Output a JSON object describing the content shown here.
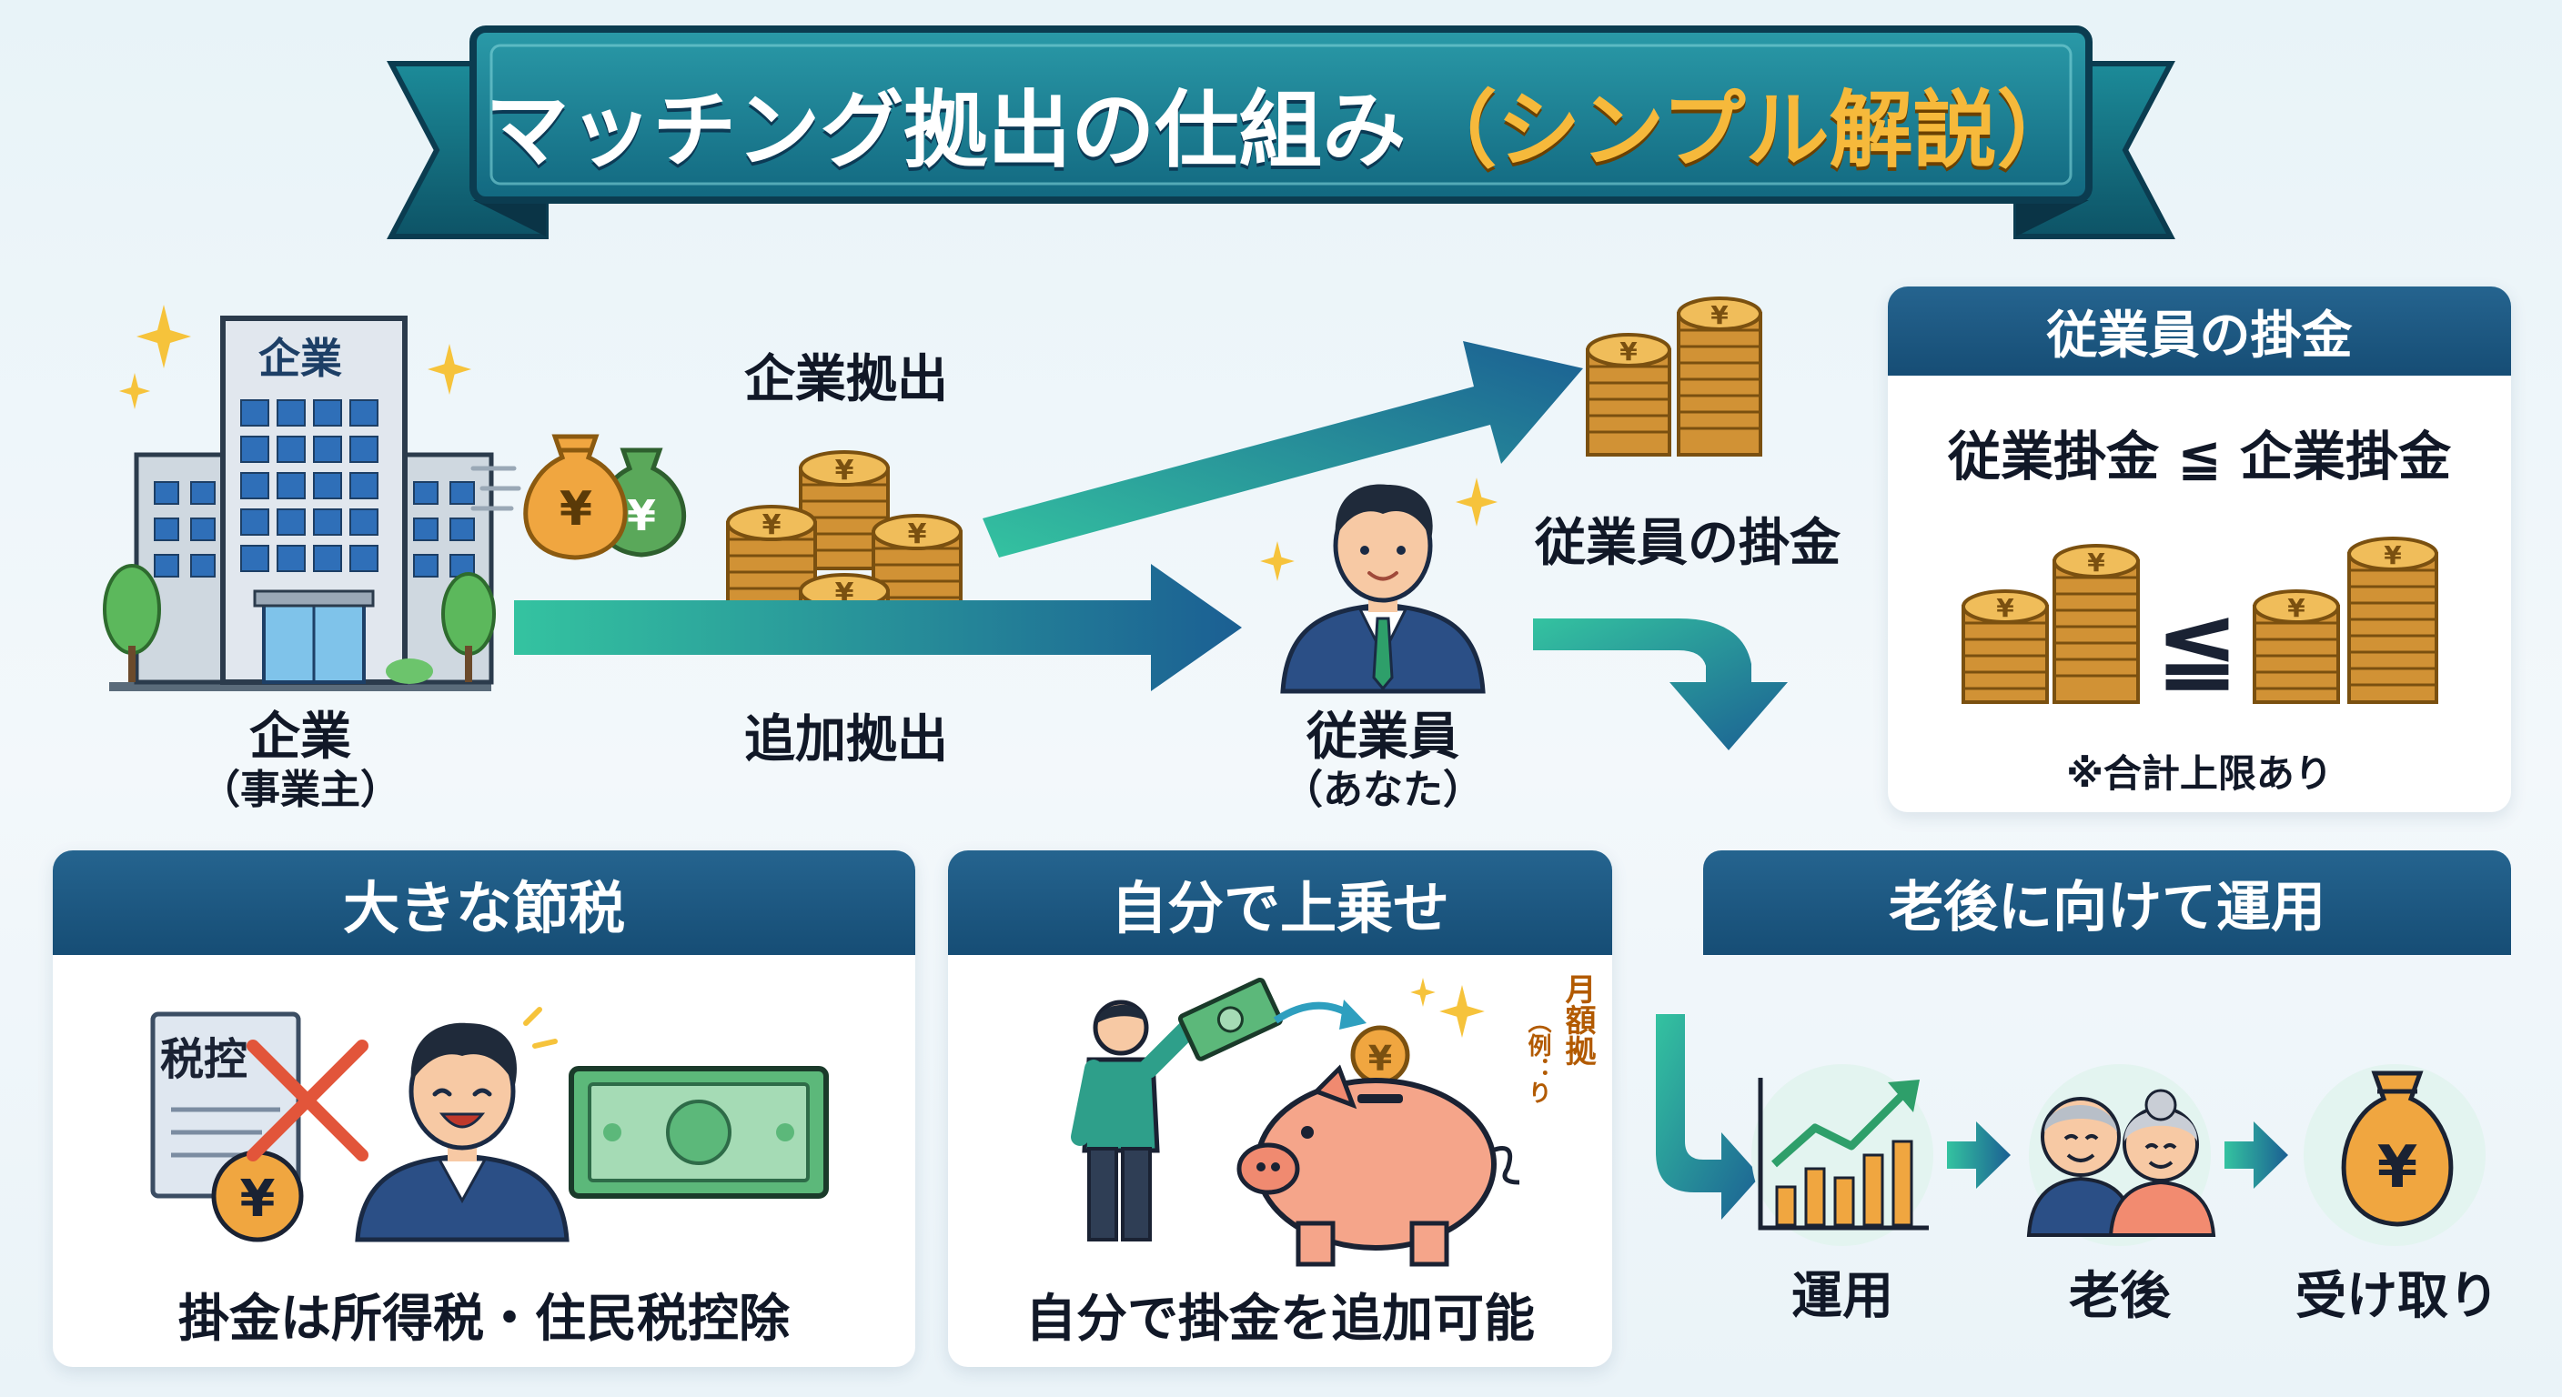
{
  "title": {
    "main": "マッチング拠出の仕組み",
    "sub": "（シンプル解説）"
  },
  "flow": {
    "company_label": "企業",
    "company_sub": "（事業主）",
    "building_sign": "企業",
    "company_contribution": "企業拠出",
    "additional_contribution": "追加拠出",
    "employee_label": "従業員",
    "employee_sub": "（あなた）",
    "employee_contribution": "従業員の掛金"
  },
  "rule_panel": {
    "heading": "従業員の掛金",
    "formula": "従業掛金 ≦ 企業掛金",
    "leq_symbol": "≦",
    "note": "※合計上限あり"
  },
  "tax_panel": {
    "heading": "大きな節税",
    "doc_label": "税控",
    "caption": "掛金は所得税・住民税控除"
  },
  "topup_panel": {
    "heading": "自分で上乗せ",
    "side_text": [
      "月額拠",
      "（例：り"
    ],
    "caption": "自分で掛金を追加可能"
  },
  "retire_panel": {
    "heading": "老後に向けて運用",
    "steps": [
      "運用",
      "老後",
      "受け取り"
    ]
  },
  "colors": {
    "navy": "#164d75",
    "teal_start": "#34c3a0",
    "blue_end": "#1b5f93",
    "gold": "#f6b93b",
    "coin": "#e0a948",
    "coin_dark": "#9c6a1c"
  },
  "icons": [
    "sparkle-icon",
    "building-icon",
    "money-bag-icon",
    "coin-stack-icon",
    "employee-icon",
    "tax-document-icon",
    "cross-icon",
    "banknote-icon",
    "piggy-bank-icon",
    "growth-chart-icon",
    "elderly-couple-icon"
  ]
}
